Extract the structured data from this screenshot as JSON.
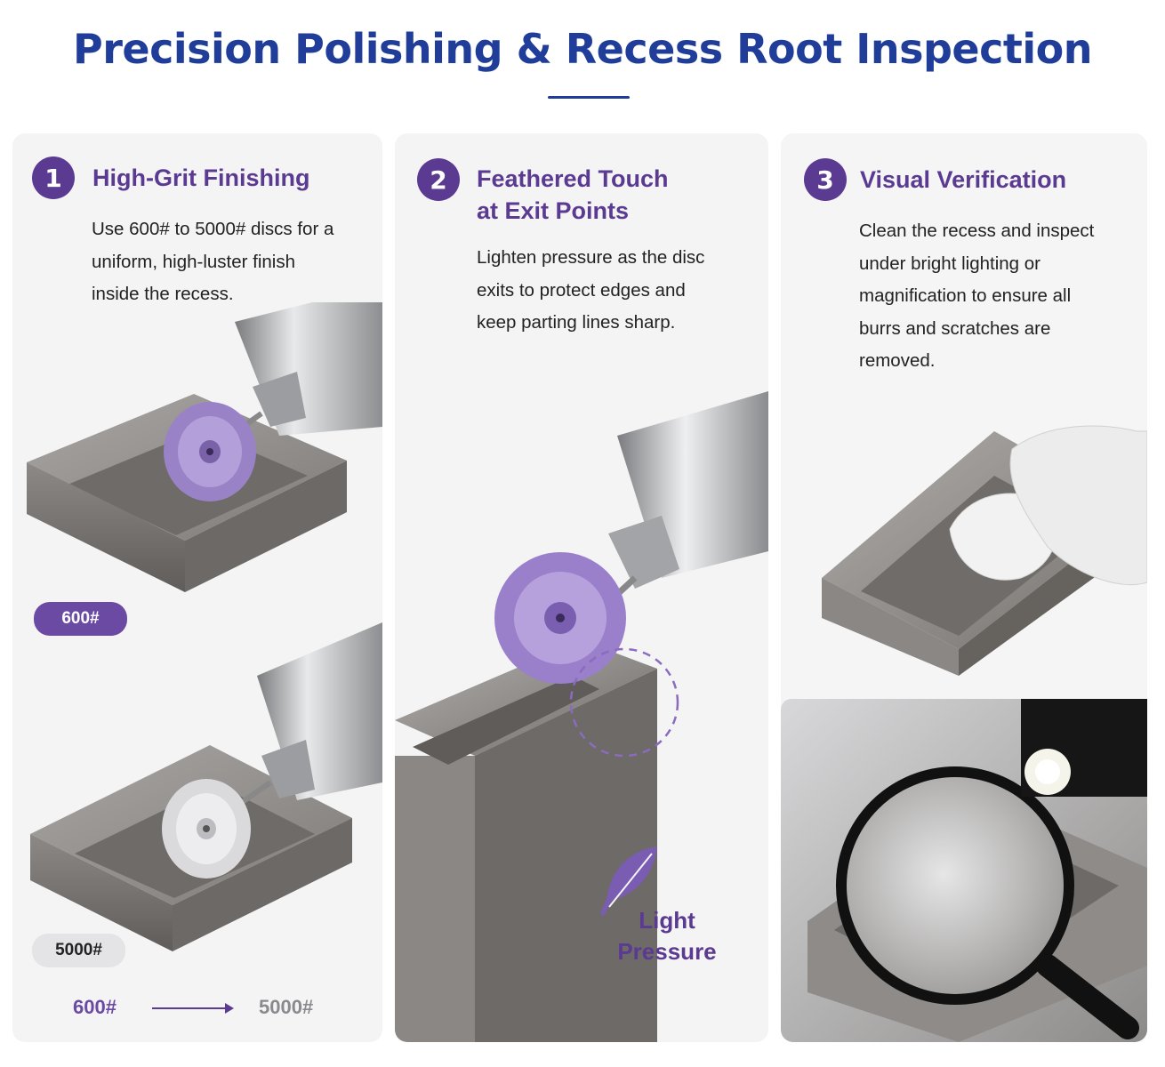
{
  "page": {
    "title": "Precision Polishing & Recess Root Inspection",
    "accent_color": "#5b3a91",
    "title_color": "#1f3d99"
  },
  "steps": [
    {
      "number": "1",
      "title": "High-Grit Finishing",
      "description_lines": [
        "Use 600# to 5000# discs for a",
        "uniform, high-luster finish",
        "inside the recess."
      ],
      "badges": [
        "600#",
        "5000#"
      ],
      "progression": {
        "from": "600#",
        "to": "5000#"
      }
    },
    {
      "number": "2",
      "title": "Feathered Touch\nat Exit Points",
      "description_lines": [
        "Lighten pressure as the disc",
        "exits to protect edges and",
        "keep parting lines sharp."
      ],
      "callout_lines": [
        "Light",
        "Pressure"
      ],
      "callout_icon": "feather-icon"
    },
    {
      "number": "3",
      "title": "Visual Verification",
      "description_lines": [
        "Clean the recess and inspect",
        "under bright lighting or",
        "magnification to ensure all",
        "burrs and scratches are",
        "removed."
      ]
    }
  ]
}
